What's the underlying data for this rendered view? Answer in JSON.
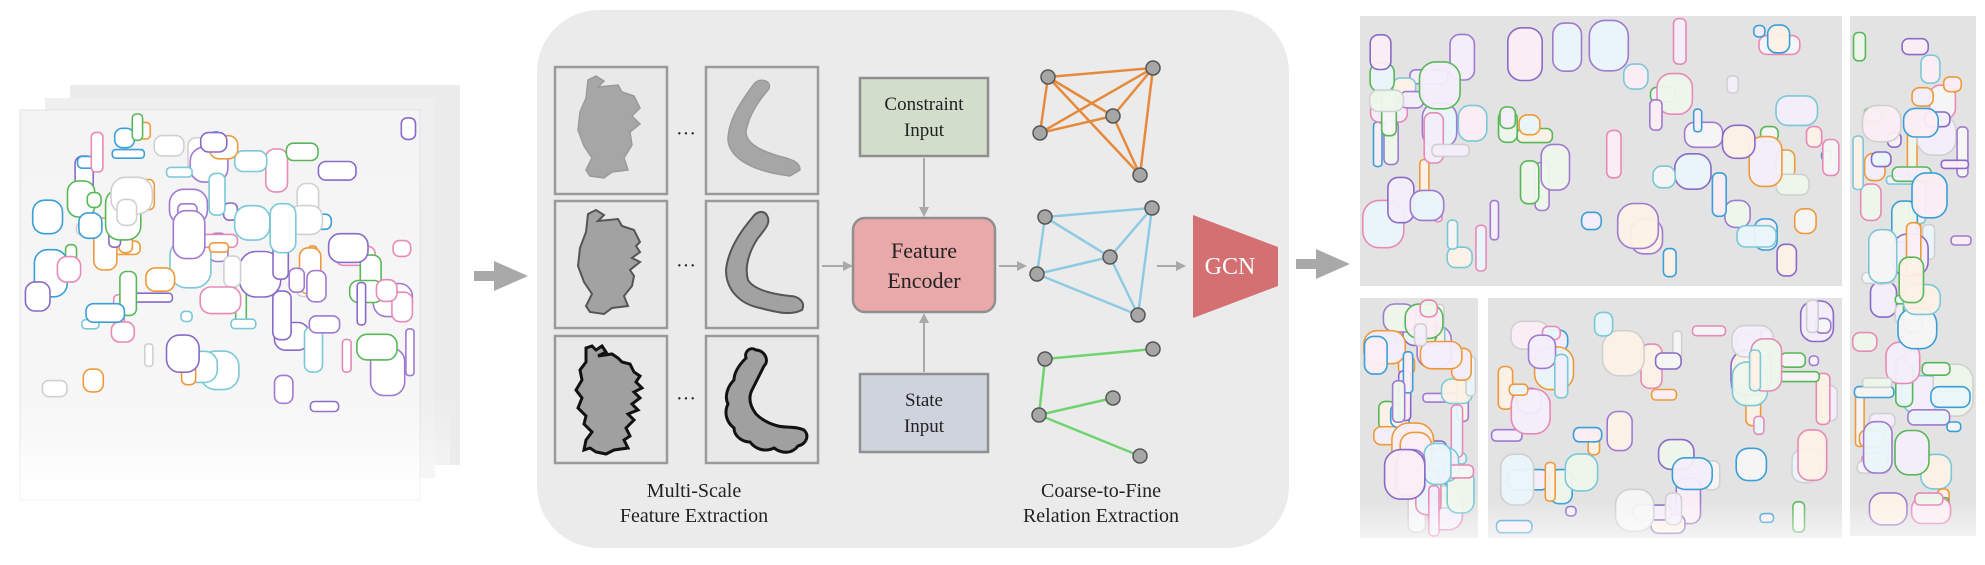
{
  "pipeline": {
    "multiscale_caption_line1": "Multi-Scale",
    "multiscale_caption_line2": "Feature Extraction",
    "ellipsis": "···",
    "constraint_line1": "Constraint",
    "constraint_line2": "Input",
    "encoder_line1": "Feature",
    "encoder_line2": "Encoder",
    "state_line1": "State",
    "state_line2": "Input",
    "gcn_label": "GCN",
    "relation_caption_line1": "Coarse-to-Fine",
    "relation_caption_line2": "Relation Extraction"
  },
  "colors": {
    "panel_bg": "#ecebeb",
    "constraint_fill": "#d3ddcc",
    "encoder_fill": "#e9a9a9",
    "state_fill": "#cfd3de",
    "gcn_fill": "#d46f72",
    "graph_coarse": "#e58a3d",
    "graph_mid": "#8ecbe2",
    "graph_fine": "#6fd36f",
    "arrow": "#a9a9a9"
  },
  "icons": {
    "input_layout": "stacked-nesting-sheets-icon",
    "output_layout": "packed-nesting-result-icon"
  }
}
